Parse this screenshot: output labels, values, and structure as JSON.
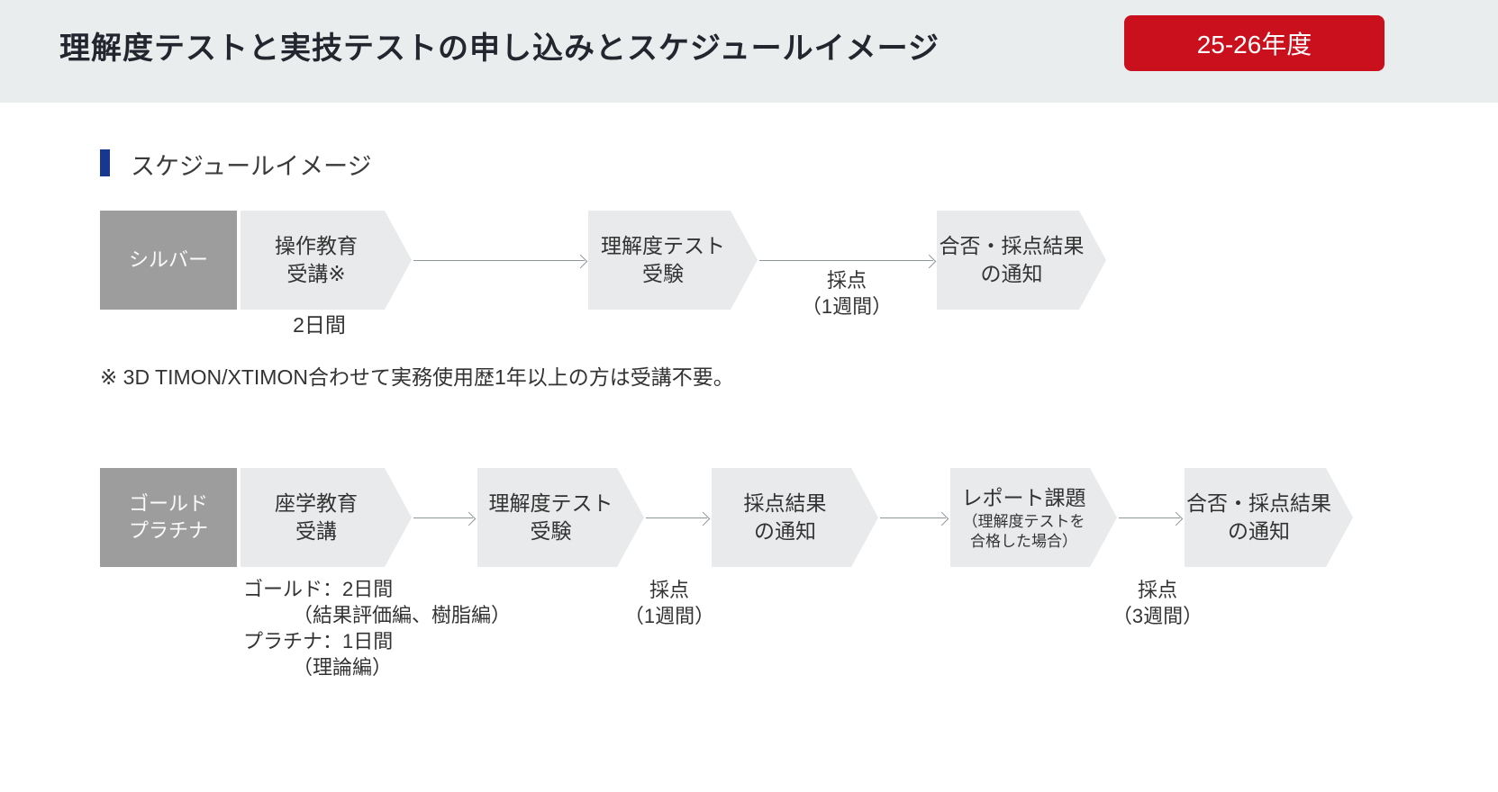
{
  "header": {
    "title": "理解度テストと実技テストの申し込みとスケジュールイメージ",
    "badge": "25-26年度"
  },
  "section_heading": "スケジュールイメージ",
  "note": "※ 3D TIMON/XTIMON合わせて実務使用歴1年以上の方は受講不要。",
  "silver_flow": {
    "category": "シルバー",
    "step1": "操作教育\n受講※",
    "step1_duration": "2日間",
    "step2": "理解度テスト\n受験",
    "scoring1": "採点\n（1週間）",
    "step3": "合否・採点結果\nの通知"
  },
  "gold_flow": {
    "category": "ゴールド\nプラチナ",
    "step1": "座学教育\n受講",
    "step1_duration": "ゴールド：2日間\n　　　（結果評価編、樹脂編）\nプラチナ：1日間\n　　　（理論編）",
    "step2": "理解度テスト\n受験",
    "scoring1": "採点\n（1週間）",
    "step3": "採点結果\nの通知",
    "step4_title": "レポート課題",
    "step4_sub": "（理解度テストを\n合格した場合）",
    "scoring2": "採点\n（3週間）",
    "step5": "合否・採点結果\nの通知"
  },
  "colors": {
    "header_bg": "#e9eded",
    "title_color": "#23262e",
    "badge_red": "#c9101c",
    "heading_blue": "#17388e",
    "category_gray": "#9d9d9d",
    "step_gray": "#e8eaeb",
    "arrow_gray": "#8f9698"
  }
}
